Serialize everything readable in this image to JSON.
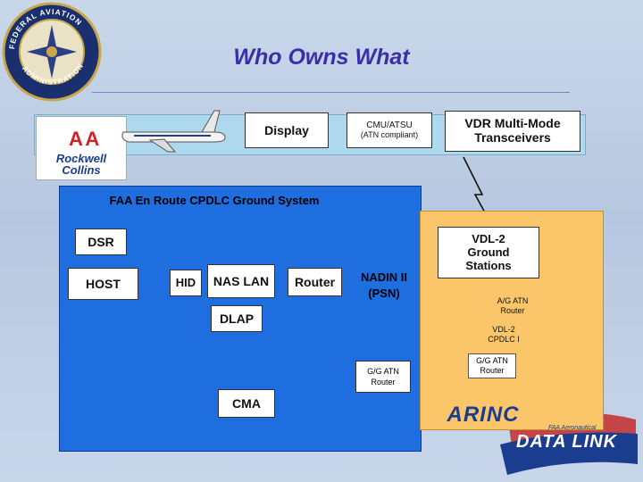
{
  "title": "Who Owns What",
  "aircraft": {
    "display": "Display",
    "cmu_line1": "CMU/ATSU",
    "cmu_line2": "(ATN compliant)",
    "vdr_line1": "VDR Multi-Mode",
    "vdr_line2": "Transceivers"
  },
  "logos": {
    "rockwell_top": "A A",
    "rockwell_line1": "Rockwell",
    "rockwell_line2": "Collins",
    "faa_seal": "FEDERAL AVIATION ADMINISTRATION",
    "arinc": "ARINC",
    "datalink_small": "FAA Aeronautical",
    "datalink": "DATA LINK"
  },
  "ground": {
    "title": "FAA En Route CPDLC Ground System",
    "dsr": "DSR",
    "host": "HOST",
    "hid": "HID",
    "nas_lan": "NAS LAN",
    "router": "Router",
    "nadin_line1": "NADIN II",
    "nadin_line2": "(PSN)",
    "dlap": "DLAP",
    "gg_router_line1": "G/G ATN",
    "gg_router_line2": "Router",
    "cma": "CMA"
  },
  "arinc": {
    "vdl_line1": "VDL-2",
    "vdl_line2": "Ground",
    "vdl_line3": "Stations",
    "ag_router_line1": "A/G ATN",
    "ag_router_line2": "Router",
    "cpdlc_line1": "VDL-2",
    "cpdlc_line2": "CPDLC I",
    "gg_router_line1": "G/G ATN",
    "gg_router_line2": "Router"
  },
  "colors": {
    "ground_panel": "#1e6ee0",
    "arinc_panel": "#fbc66a",
    "top_bar": "#add8ee",
    "title": "#3a2fa8"
  }
}
